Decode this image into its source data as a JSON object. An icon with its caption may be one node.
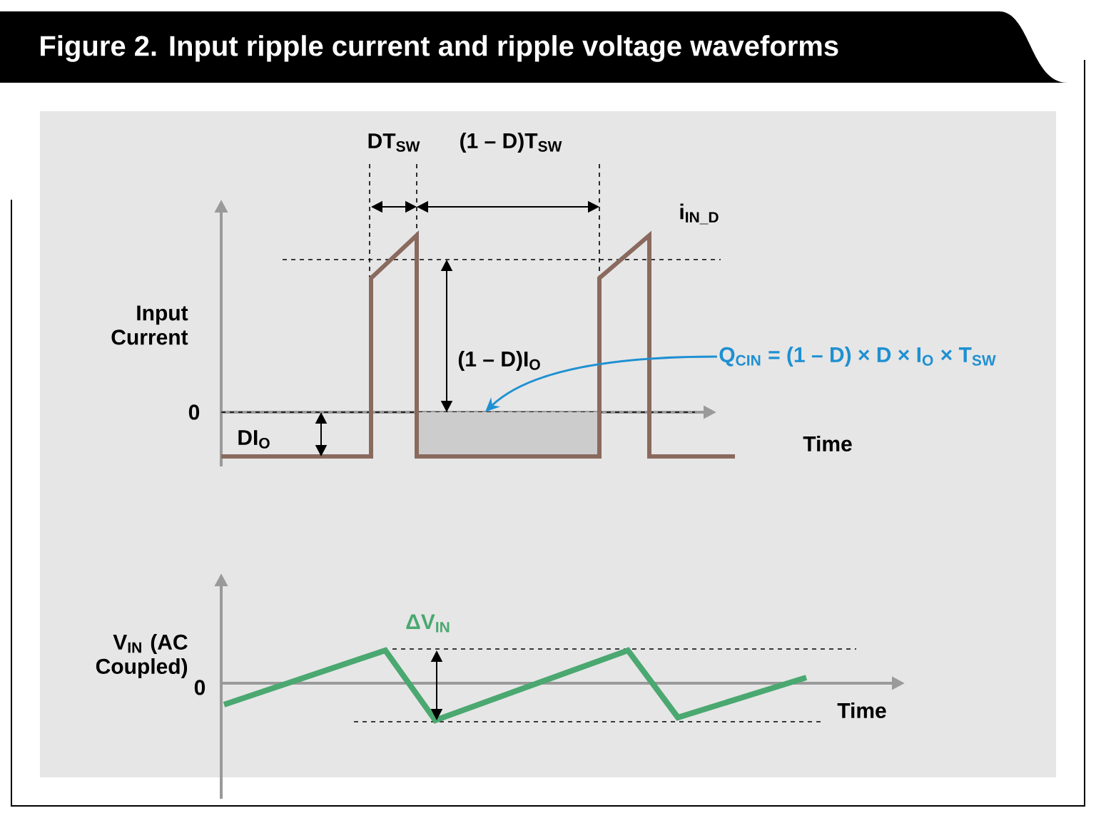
{
  "diagram": {
    "title": "Figure 2. Input ripple current and ripple voltage waveforms",
    "nodes": [
      {
        "text": [
          "Q$_{CIN}$ = (1 – D) × D × I$_{O}$ × T$_{SW}$"
        ]
      },
      {
        "text": [],
        "shape": "box"
      }
    ],
    "edges": [
      {
        "from": 0,
        "to": 1,
        "arrow": "to",
        "color": "#1e90d2"
      }
    ],
    "labels": [
      "DT$_{SW}$",
      "(1 – D)T$_{SW}$",
      "i$_{IN_D}$",
      "Input Current",
      "(1 – D)I$_{O}$",
      "0",
      "DI$_{O}$",
      "Time",
      "V$_{IN}$ (AC Coupled)",
      "ΔV$_{IN}$",
      "0",
      "Time"
    ]
  }
}
